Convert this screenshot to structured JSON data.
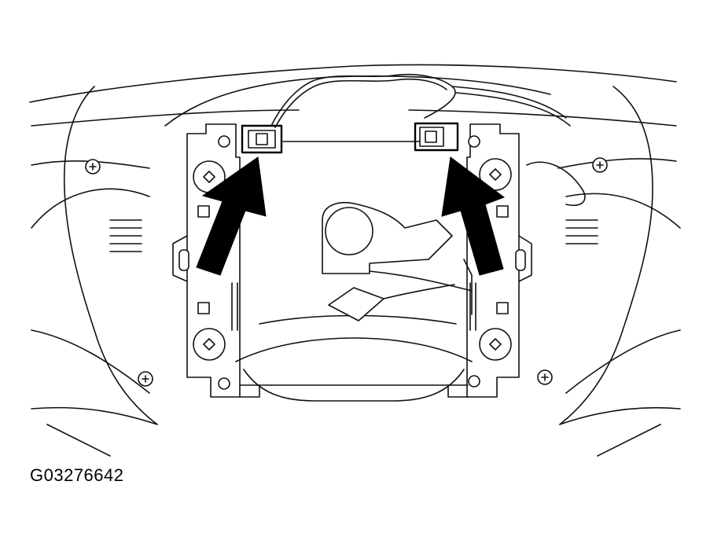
{
  "figure": {
    "id_label": "G03276642"
  },
  "callouts": [
    {
      "name": "left-connector",
      "arrow_icon": "arrow-up-right-icon"
    },
    {
      "name": "right-connector",
      "arrow_icon": "arrow-up-left-icon"
    }
  ],
  "colors": {
    "line": "#111111",
    "background": "#ffffff",
    "arrow": "#000000"
  }
}
